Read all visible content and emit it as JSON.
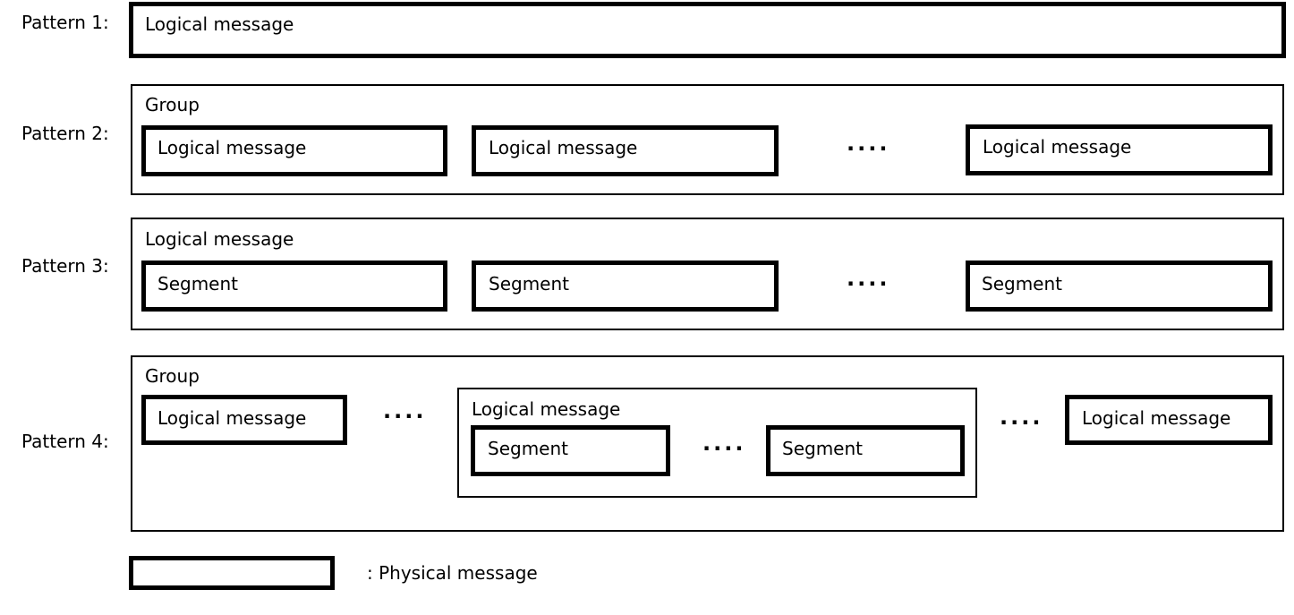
{
  "patterns": [
    {
      "label": "Pattern 1:"
    },
    {
      "label": "Pattern 2:"
    },
    {
      "label": "Pattern 3:"
    },
    {
      "label": "Pattern 4:"
    }
  ],
  "p1": {
    "box": "Logical message"
  },
  "p2": {
    "container": "Group",
    "items": [
      "Logical message",
      "Logical message",
      "Logical message"
    ],
    "ellipsis": "...."
  },
  "p3": {
    "container": "Logical message",
    "items": [
      "Segment",
      "Segment",
      "Segment"
    ],
    "ellipsis": "...."
  },
  "p4": {
    "container": "Group",
    "left_item": "Logical message",
    "nested_container": "Logical message",
    "nested_items": [
      "Segment",
      "Segment"
    ],
    "right_item": "Logical message",
    "ellipsis": "...."
  },
  "legend": {
    "label": ": Physical message"
  }
}
